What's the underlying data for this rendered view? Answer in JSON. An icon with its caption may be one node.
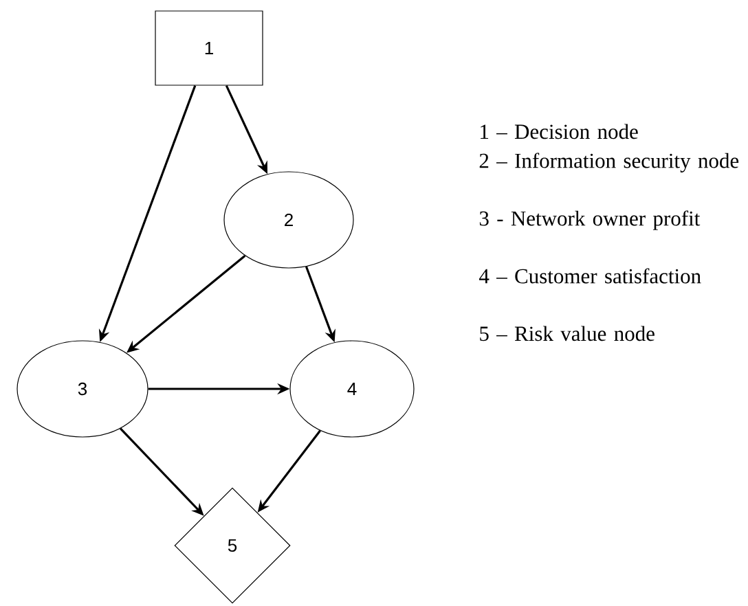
{
  "diagram": {
    "nodes": [
      {
        "text": [
          "1"
        ]
      },
      {
        "text": [
          "2"
        ]
      },
      {
        "text": [
          "3"
        ]
      },
      {
        "text": [
          "4"
        ]
      },
      {
        "text": [
          "5"
        ]
      }
    ],
    "edges": [
      {
        "from": 0,
        "to": 1,
        "arrow": "to"
      },
      {
        "from": 0,
        "to": 2,
        "arrow": "to"
      },
      {
        "from": 1,
        "to": 2,
        "arrow": "to"
      },
      {
        "from": 1,
        "to": 3,
        "arrow": "to"
      },
      {
        "from": 2,
        "to": 3,
        "arrow": "to"
      },
      {
        "from": 2,
        "to": 4,
        "arrow": "to"
      },
      {
        "from": 3,
        "to": 4,
        "arrow": "to"
      }
    ],
    "labels": [
      "1 – Decision node",
      "2 – Information security node",
      "3 - Network owner profit",
      "4 – Customer satisfaction",
      "5 – Risk value node"
    ]
  }
}
